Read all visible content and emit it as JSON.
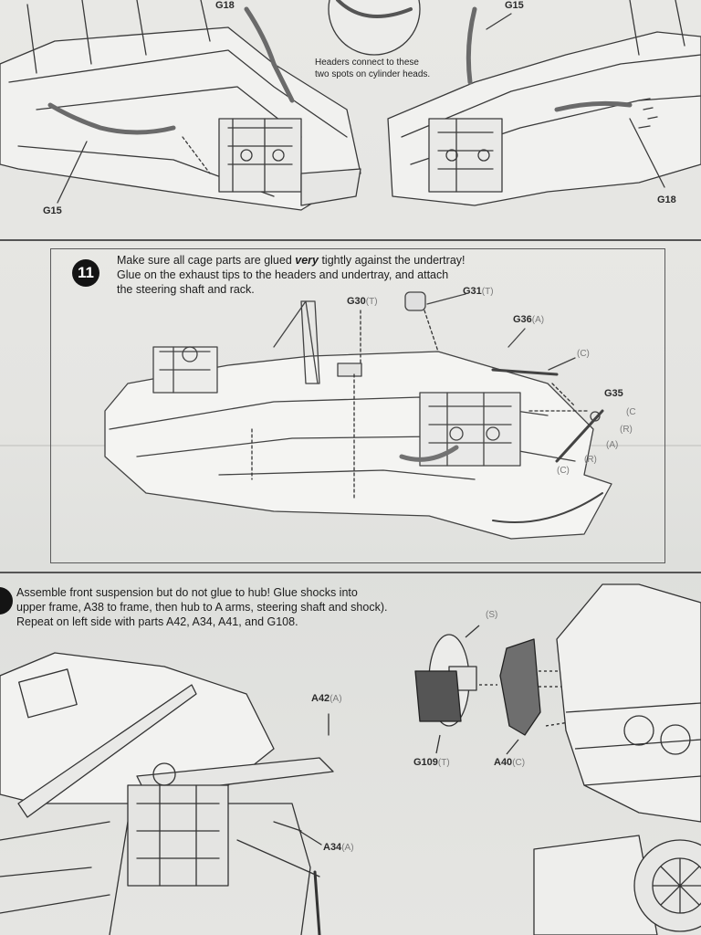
{
  "top_section": {
    "labels": [
      "G18",
      "G15",
      "G15",
      "G18"
    ],
    "inset_note": [
      "Headers connect to these",
      "two spots on cylinder heads."
    ]
  },
  "step11": {
    "number": "11",
    "instruction_pre": "Make sure all cage parts are glued ",
    "instruction_emph": "very",
    "instruction_post": " tightly against the undertray!",
    "instruction_line2": "Glue on the exhaust tips to the headers and undertray, and attach",
    "instruction_line3": "the steering shaft and rack.",
    "parts": {
      "g30": {
        "code": "G30",
        "tag": "(T)"
      },
      "g31": {
        "code": "G31",
        "tag": "(T)"
      },
      "g36": {
        "code": "G36",
        "tag": "(A)"
      },
      "g35": {
        "code": "G35",
        "tag": ""
      },
      "c_top": "(C)",
      "c_right": "(C",
      "r_right": "(R)",
      "a_right": "(A)",
      "r_low": "(R)",
      "c_low": "(C)"
    }
  },
  "step12": {
    "instruction_line1": "Assemble front suspension but do not glue to hub! Glue shocks into",
    "instruction_line2": "upper frame, A38 to frame, then hub to A arms, steering shaft and shock).",
    "instruction_line3": "Repeat on left side with parts A42, A34, A41, and G108.",
    "parts": {
      "s": "(S)",
      "a42": {
        "code": "A42",
        "tag": "(A)"
      },
      "a34": {
        "code": "A34",
        "tag": "(A)"
      },
      "g109": {
        "code": "G109",
        "tag": "(T)"
      },
      "a40": {
        "code": "A40",
        "tag": "(C)"
      }
    }
  }
}
